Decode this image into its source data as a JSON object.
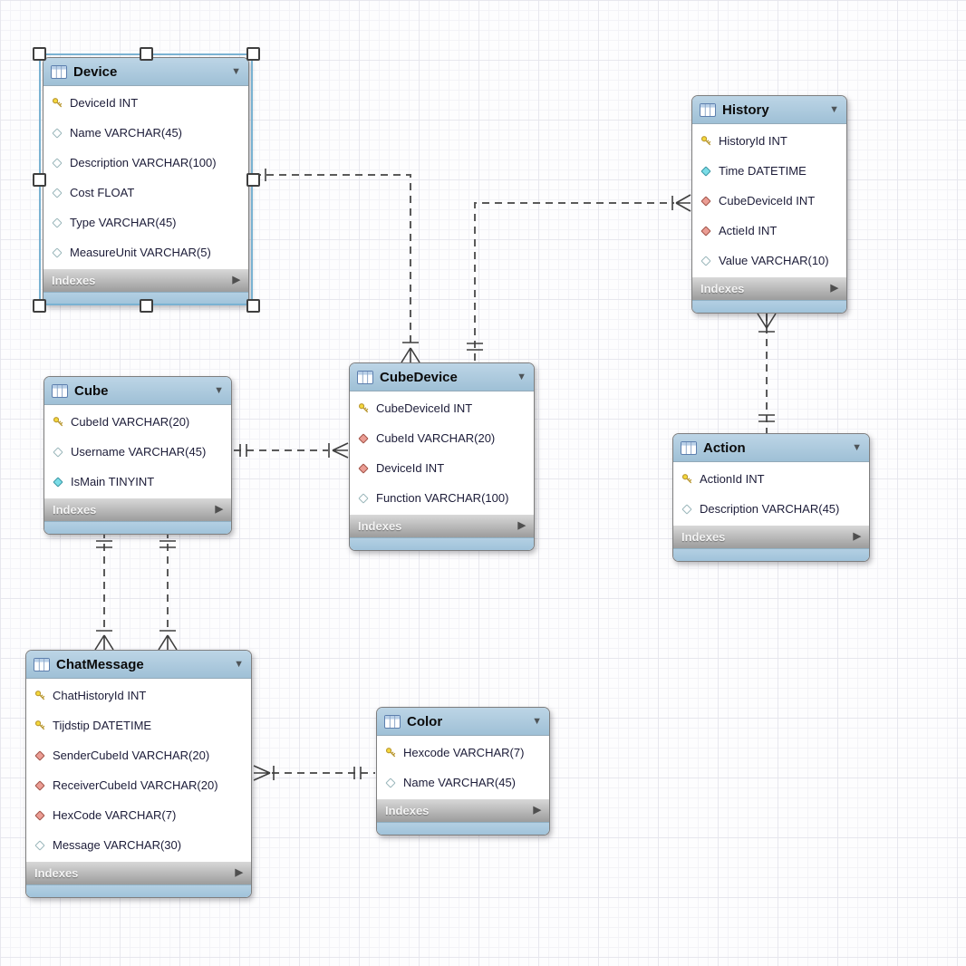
{
  "app": {
    "view": "EER Diagram canvas"
  },
  "icons": {
    "collapse_arrow": "▼",
    "indexes_expand_arrow": "▶"
  },
  "colors": {
    "table_header_blue": "#aac6dc",
    "table_footer_blue": "#a8cbe2",
    "indexes_bar_gray_top": "#d8d8d8",
    "indexes_bar_gray_bottom": "#9c9c9c",
    "primary_key_yellow": "#f5d83c",
    "foreign_key_red": "#eb9d94",
    "notnull_attr_cyan": "#7bdde7",
    "connector_gray": "#5a5a5a",
    "selection_blue": "#7ab2d2"
  },
  "tables": [
    {
      "name": "Device",
      "selected": true,
      "footer_label": "Indexes",
      "columns": [
        {
          "icon": "primary-key-icon",
          "label": "DeviceId INT"
        },
        {
          "icon": "attr-nullable-diamond-icon",
          "label": "Name VARCHAR(45)"
        },
        {
          "icon": "attr-nullable-diamond-icon",
          "label": "Description VARCHAR(100)"
        },
        {
          "icon": "attr-nullable-diamond-icon",
          "label": "Cost FLOAT"
        },
        {
          "icon": "attr-nullable-diamond-icon",
          "label": "Type VARCHAR(45)"
        },
        {
          "icon": "attr-nullable-diamond-icon",
          "label": "MeasureUnit VARCHAR(5)"
        }
      ]
    },
    {
      "name": "History",
      "selected": false,
      "footer_label": "Indexes",
      "columns": [
        {
          "icon": "primary-key-icon",
          "label": "HistoryId INT"
        },
        {
          "icon": "attr-notnull-diamond-icon",
          "label": "Time DATETIME"
        },
        {
          "icon": "foreign-key-diamond-icon",
          "label": "CubeDeviceId INT"
        },
        {
          "icon": "foreign-key-diamond-icon",
          "label": "ActieId INT"
        },
        {
          "icon": "attr-nullable-diamond-icon",
          "label": "Value VARCHAR(10)"
        }
      ]
    },
    {
      "name": "Cube",
      "selected": false,
      "footer_label": "Indexes",
      "columns": [
        {
          "icon": "primary-key-icon",
          "label": "CubeId VARCHAR(20)"
        },
        {
          "icon": "attr-nullable-diamond-icon",
          "label": "Username VARCHAR(45)"
        },
        {
          "icon": "attr-notnull-diamond-icon",
          "label": "IsMain TINYINT"
        }
      ]
    },
    {
      "name": "CubeDevice",
      "selected": false,
      "footer_label": "Indexes",
      "columns": [
        {
          "icon": "primary-key-icon",
          "label": "CubeDeviceId INT"
        },
        {
          "icon": "foreign-key-diamond-icon",
          "label": "CubeId VARCHAR(20)"
        },
        {
          "icon": "foreign-key-diamond-icon",
          "label": "DeviceId INT"
        },
        {
          "icon": "attr-nullable-diamond-icon",
          "label": "Function VARCHAR(100)"
        }
      ]
    },
    {
      "name": "Action",
      "selected": false,
      "footer_label": "Indexes",
      "columns": [
        {
          "icon": "primary-key-icon",
          "label": "ActionId INT"
        },
        {
          "icon": "attr-nullable-diamond-icon",
          "label": "Description VARCHAR(45)"
        }
      ]
    },
    {
      "name": "ChatMessage",
      "selected": false,
      "footer_label": "Indexes",
      "columns": [
        {
          "icon": "primary-key-icon",
          "label": "ChatHistoryId INT"
        },
        {
          "icon": "primary-key-icon",
          "label": "Tijdstip DATETIME"
        },
        {
          "icon": "foreign-key-diamond-icon",
          "label": "SenderCubeId VARCHAR(20)"
        },
        {
          "icon": "foreign-key-diamond-icon",
          "label": "ReceiverCubeId VARCHAR(20)"
        },
        {
          "icon": "foreign-key-diamond-icon",
          "label": "HexCode VARCHAR(7)"
        },
        {
          "icon": "attr-nullable-diamond-icon",
          "label": "Message VARCHAR(30)"
        }
      ]
    },
    {
      "name": "Color",
      "selected": false,
      "footer_label": "Indexes",
      "columns": [
        {
          "icon": "primary-key-icon",
          "label": "Hexcode VARCHAR(7)"
        },
        {
          "icon": "attr-nullable-diamond-icon",
          "label": "Name VARCHAR(45)"
        }
      ]
    }
  ],
  "relationships": [
    {
      "one": "Device",
      "many": "CubeDevice",
      "cardinality": "1:n"
    },
    {
      "one": "CubeDevice",
      "many": "History",
      "cardinality": "1:n"
    },
    {
      "one": "Cube",
      "many": "CubeDevice",
      "cardinality": "1:n"
    },
    {
      "one": "Action",
      "many": "History",
      "cardinality": "1:n"
    },
    {
      "one": "Cube",
      "many": "ChatMessage",
      "cardinality": "1:n"
    },
    {
      "one": "Cube",
      "many": "ChatMessage",
      "cardinality": "1:n"
    },
    {
      "one": "Color",
      "many": "ChatMessage",
      "cardinality": "1:n"
    }
  ]
}
